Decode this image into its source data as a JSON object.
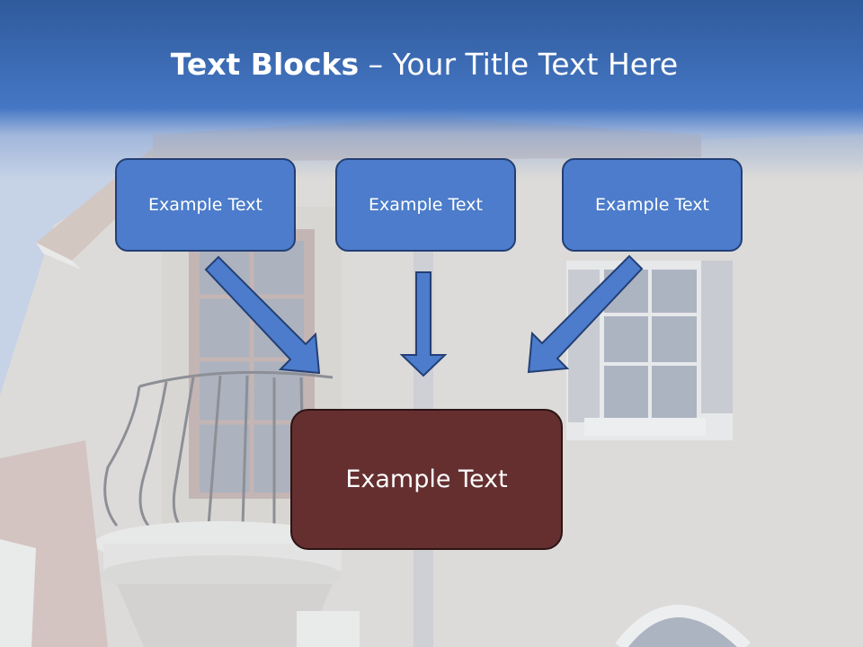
{
  "slide": {
    "title_bold": "Text Blocks",
    "title_separator": " – ",
    "title_rest": "Your Title Text Here"
  },
  "blocks": {
    "top_left": "Example Text",
    "top_center": "Example Text",
    "top_right": "Example Text",
    "main": "Example Text"
  },
  "colors": {
    "title_band": "#4577c4",
    "blue_box": "#4c7ccb",
    "main_box": "#652f30",
    "arrow": "#4c7ccb"
  }
}
